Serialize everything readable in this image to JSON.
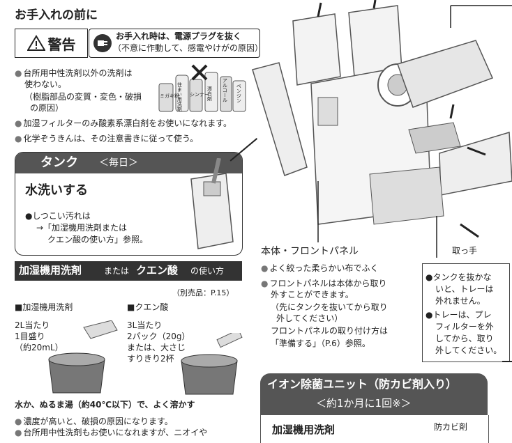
{
  "heading": "お手入れの前に",
  "warning": {
    "label": "警告",
    "plug_title": "お手入れ時は、電源プラグを抜く",
    "plug_reason": "（不意に作動して、感電やけがの原因）"
  },
  "notes": [
    {
      "l1": "台所用中性洗剤以外の洗剤は",
      "l2": "使わない。",
      "l3": "（樹脂部品の変質・変色・破損",
      "l4": "の原因）"
    },
    {
      "l1": "加湿フィルターのみ酸素系漂白剤をお使いになれます。"
    },
    {
      "l1": "化学ぞうきんは、その注意書きに従って使う。"
    }
  ],
  "bottle_labels": [
    "ミガキ粉",
    "住まい用洗剤",
    "シンナー",
    "漂白剤",
    "アルコール",
    "ベンジン"
  ],
  "tank": {
    "title": "タンク",
    "freq": "＜毎日＞",
    "action": "水洗いする",
    "note1": "しつこい汚れは",
    "note2": "→「加湿機用洗剤または",
    "note3": "クエン酸の使い方」参照。"
  },
  "usage": {
    "title_a": "加湿機用洗剤",
    "title_or1": "または",
    "title_b": "クエン酸",
    "title_or2": "の使い方",
    "sold": "（別売品：P.15）",
    "col1_title": "■加湿機用洗剤",
    "col1_l1": "2L当たり",
    "col1_l2": "1目盛り",
    "col1_l3": "（約20mL）",
    "col2_title": "■クエン酸",
    "col2_l1": "3L当たり",
    "col2_l2": "2パック（20g）",
    "col2_l3": "または、大さじ",
    "col2_l4": "すりきり2杯",
    "water": "水か、ぬるま湯（約40℃以下）で、よく溶かす",
    "caution1": "濃度が高いと、破損の原因になります。",
    "caution2": "台所用中性洗剤もお使いになれますが、ニオイや"
  },
  "body_panel": {
    "title": "本体・フロントパネル",
    "b1": "よく絞った柔らかい布でふく",
    "b2_l1": "フロントパネルは本体から取り",
    "b2_l2": "外すことができます。",
    "b2_l3": "（先にタンクを抜いてから取り",
    "b2_l4": "外してください）",
    "b2_l5": "フロントパネルの取り付け方は",
    "b2_l6": "「準備する」（P.6）参照。"
  },
  "handle_label": "取っ手",
  "side_note": {
    "a_l1": "タンクを抜かな",
    "a_l2": "いと、トレーは",
    "a_l3": "外れません。",
    "b_l1": "トレーは、プレ",
    "b_l2": "フィルターを外",
    "b_l3": "してから、取り",
    "b_l4": "外してください。"
  },
  "ion": {
    "title": "イオン除菌ユニット（防カビ剤入り）",
    "freq": "＜約1か月に1回※＞",
    "sub": "加湿機用洗剤",
    "side": "防カビ剤"
  }
}
